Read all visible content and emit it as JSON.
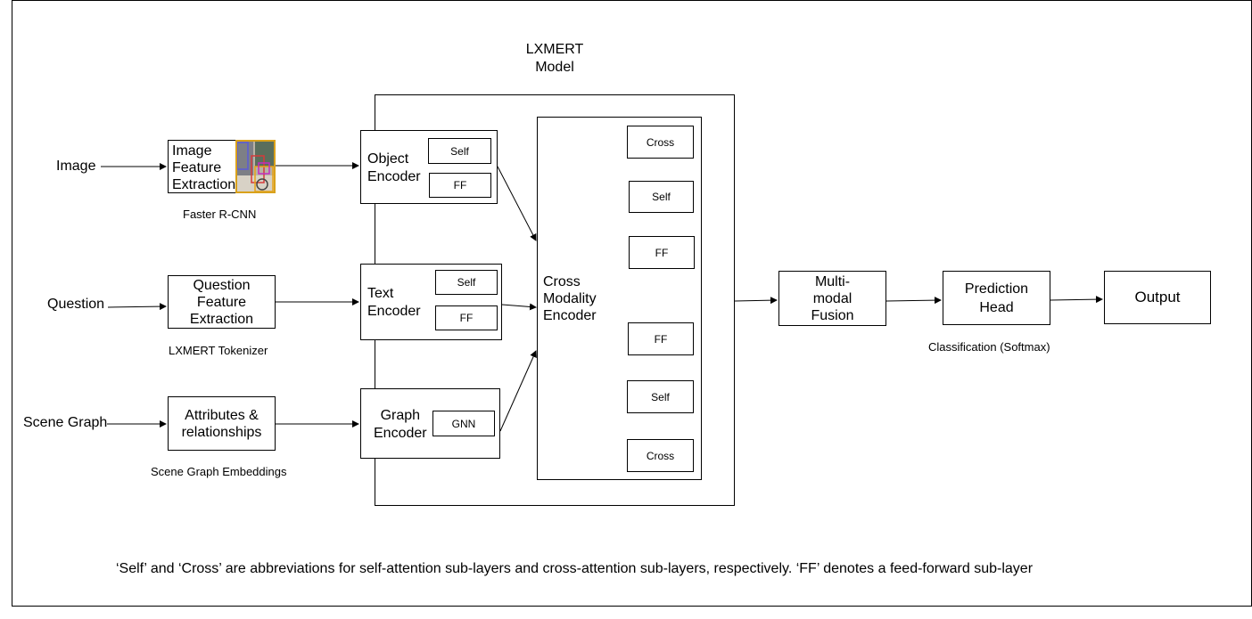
{
  "model_title": {
    "line1": "LXMERT",
    "line2": "Model"
  },
  "inputs": {
    "image": "Image",
    "question": "Question",
    "scene_graph": "Scene Graph"
  },
  "extractors": {
    "image": {
      "line1": "Image",
      "line2": "Feature",
      "line3": "Extraction",
      "caption": "Faster R-CNN"
    },
    "question": {
      "line1": "Question",
      "line2": "Feature",
      "line3": "Extraction",
      "caption": "LXMERT Tokenizer"
    },
    "scene_graph": {
      "line1": "Attributes &",
      "line2": "relationships",
      "caption": "Scene Graph Embeddings"
    }
  },
  "encoders": {
    "object": {
      "line1": "Object",
      "line2": "Encoder",
      "sub1": "Self",
      "sub2": "FF"
    },
    "text": {
      "line1": "Text",
      "line2": "Encoder",
      "sub1": "Self",
      "sub2": "FF"
    },
    "graph": {
      "line1": "Graph",
      "line2": "Encoder",
      "sub1": "GNN"
    }
  },
  "cross_modality": {
    "line1": "Cross",
    "line2": "Modality",
    "line3": "Encoder",
    "layers": [
      "Cross",
      "Self",
      "FF",
      "FF",
      "Self",
      "Cross"
    ]
  },
  "fusion": {
    "line1": "Multi-",
    "line2": "modal",
    "line3": "Fusion"
  },
  "prediction": {
    "line1": "Prediction",
    "line2": "Head",
    "caption": "Classification (Softmax)"
  },
  "output": "Output",
  "footnote": "‘Self’ and ‘Cross’ are abbreviations for self-attention sub-layers and cross-attention sub-layers, respectively. ‘FF’ denotes a feed-forward sub-layer"
}
